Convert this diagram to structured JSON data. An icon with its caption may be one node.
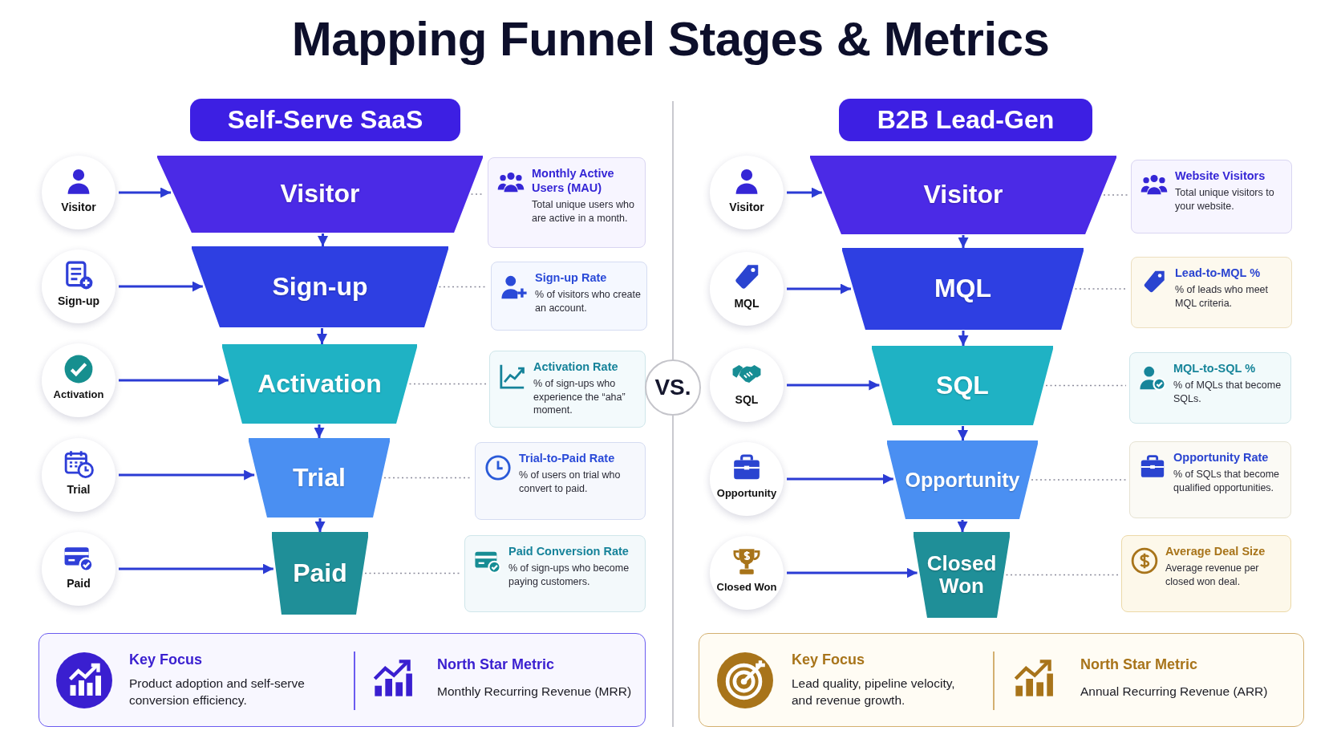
{
  "diagram": {
    "title": "Mapping Funnel Stages & Metrics",
    "nodes": [
      {
        "text": [
          "Self-Serve SaaS"
        ]
      },
      {
        "text": [
          "Visitor"
        ]
      },
      {
        "text": [
          "Sign-up"
        ]
      },
      {
        "text": [
          "Activation"
        ]
      },
      {
        "text": [
          "Trial"
        ]
      },
      {
        "text": [
          "Paid"
        ]
      },
      {
        "text": [
          "Visitor"
        ]
      },
      {
        "text": [
          "Sign-up"
        ]
      },
      {
        "text": [
          "Activation"
        ]
      },
      {
        "text": [
          "Trial"
        ]
      },
      {
        "text": [
          "Paid"
        ]
      },
      {
        "text": [
          "Monthly Active Users (MAU)",
          "Total unique users who are active in a month."
        ]
      },
      {
        "text": [
          "Sign-up Rate",
          "% of visitors who create an account."
        ]
      },
      {
        "text": [
          "Activation Rate",
          "% of sign-ups who experience the “aha” moment."
        ]
      },
      {
        "text": [
          "Trial-to-Paid Rate",
          "% of users on trial who convert to paid."
        ]
      },
      {
        "text": [
          "Paid Conversion Rate",
          "% of sign-ups who become paying customers."
        ]
      },
      {
        "text": [
          "Key Focus",
          "Product adoption and self-serve conversion efficiency.",
          "North Star Metric",
          "Monthly Recurring Revenue (MRR)"
        ]
      },
      {
        "text": [
          "VS."
        ]
      },
      {
        "text": [
          "B2B Lead-Gen"
        ]
      },
      {
        "text": [
          "Visitor"
        ]
      },
      {
        "text": [
          "MQL"
        ]
      },
      {
        "text": [
          "SQL"
        ]
      },
      {
        "text": [
          "Opportunity"
        ]
      },
      {
        "text": [
          "Closed Won"
        ]
      },
      {
        "text": [
          "Visitor"
        ]
      },
      {
        "text": [
          "MQL"
        ]
      },
      {
        "text": [
          "SQL"
        ]
      },
      {
        "text": [
          "Opportunity"
        ]
      },
      {
        "text": [
          "Closed Won"
        ]
      },
      {
        "text": [
          "Website Visitors",
          "Total unique visitors to your website."
        ]
      },
      {
        "text": [
          "Lead-to-MQL %",
          "% of leads who meet MQL criteria."
        ]
      },
      {
        "text": [
          "MQL-to-SQL %",
          "% of MQLs that become SQLs."
        ]
      },
      {
        "text": [
          "Opportunity Rate",
          "% of SQLs that become qualified opportunities."
        ]
      },
      {
        "text": [
          "Average Deal Size",
          "Average revenue per closed won deal."
        ]
      },
      {
        "text": [
          "Key Focus",
          "Lead quality, pipeline velocity, and revenue growth.",
          "North Star Metric",
          "Annual Recurring Revenue (ARR)"
        ]
      }
    ],
    "edges": [
      {
        "from": 1,
        "to": 6,
        "arrow": "to"
      },
      {
        "from": 6,
        "to": 11,
        "arrow": "none",
        "style": "dashed",
        "color": "#8c8c9c"
      },
      {
        "from": 6,
        "to": 7,
        "arrow": "to"
      },
      {
        "from": 2,
        "to": 7,
        "arrow": "to"
      },
      {
        "from": 7,
        "to": 12,
        "arrow": "none",
        "style": "dashed",
        "color": "#8c8c9c"
      },
      {
        "from": 7,
        "to": 8,
        "arrow": "to"
      },
      {
        "from": 3,
        "to": 8,
        "arrow": "to"
      },
      {
        "from": 8,
        "to": 13,
        "arrow": "none",
        "style": "dashed",
        "color": "#8c8c9c"
      },
      {
        "from": 8,
        "to": 9,
        "arrow": "to"
      },
      {
        "from": 4,
        "to": 9,
        "arrow": "to"
      },
      {
        "from": 9,
        "to": 14,
        "arrow": "none",
        "style": "dashed",
        "color": "#8c8c9c"
      },
      {
        "from": 9,
        "to": 10,
        "arrow": "to"
      },
      {
        "from": 5,
        "to": 10,
        "arrow": "to"
      },
      {
        "from": 10,
        "to": 15,
        "arrow": "none",
        "style": "dashed",
        "color": "#8c8c9c"
      },
      {
        "from": 19,
        "to": 24,
        "arrow": "to"
      },
      {
        "from": 24,
        "to": 29,
        "arrow": "none",
        "style": "dashed",
        "color": "#8c8c9c"
      },
      {
        "from": 24,
        "to": 25,
        "arrow": "to"
      },
      {
        "from": 20,
        "to": 25,
        "arrow": "to"
      },
      {
        "from": 25,
        "to": 30,
        "arrow": "none",
        "style": "dashed",
        "color": "#8c8c9c"
      },
      {
        "from": 25,
        "to": 26,
        "arrow": "to"
      },
      {
        "from": 21,
        "to": 26,
        "arrow": "to"
      },
      {
        "from": 26,
        "to": 31,
        "arrow": "none",
        "style": "dashed",
        "color": "#8c8c9c"
      },
      {
        "from": 26,
        "to": 27,
        "arrow": "to"
      },
      {
        "from": 22,
        "to": 27,
        "arrow": "to"
      },
      {
        "from": 27,
        "to": 32,
        "arrow": "none",
        "style": "dashed",
        "color": "#8c8c9c"
      },
      {
        "from": 27,
        "to": 28,
        "arrow": "to"
      },
      {
        "from": 23,
        "to": 28,
        "arrow": "to"
      },
      {
        "from": 28,
        "to": 33,
        "arrow": "none",
        "style": "dashed",
        "color": "#8c8c9c"
      }
    ]
  }
}
